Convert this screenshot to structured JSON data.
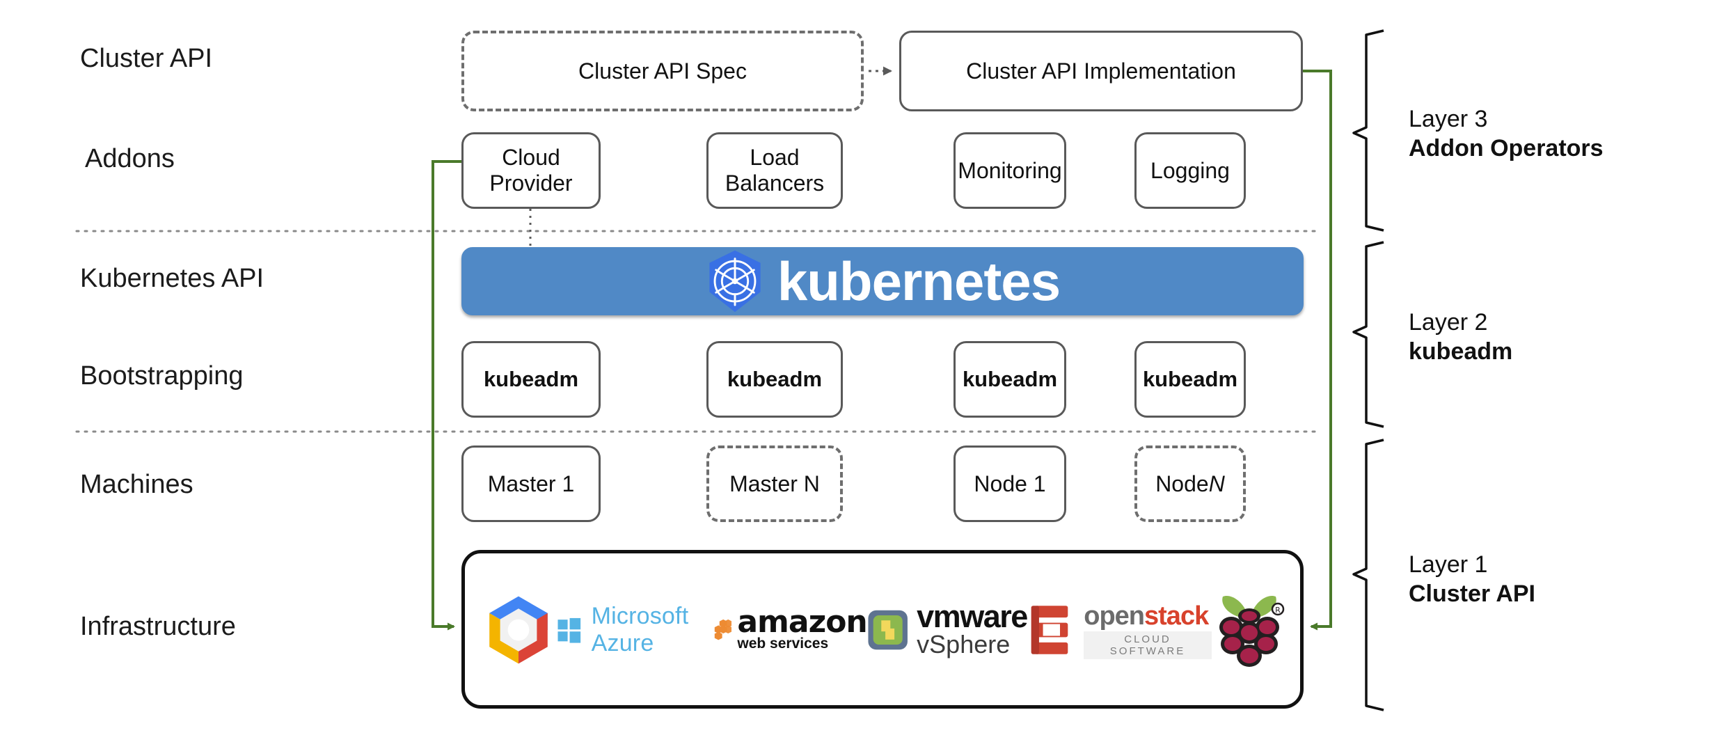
{
  "diagram": {
    "title": "Kubernetes Cluster API layered architecture",
    "row_labels": [
      {
        "id": "cluster-api",
        "text": "Cluster API"
      },
      {
        "id": "addons",
        "text": "Addons"
      },
      {
        "id": "kubernetes-api",
        "text": "Kubernetes API"
      },
      {
        "id": "bootstrapping",
        "text": "Bootstrapping"
      },
      {
        "id": "machines",
        "text": "Machines"
      },
      {
        "id": "infrastructure",
        "text": "Infrastructure"
      }
    ],
    "cluster_api_row": {
      "spec_box": "Cluster API Spec",
      "implementation_box": "Cluster API Implementation"
    },
    "addons_row": [
      "Cloud Provider",
      "Load Balancers",
      "Monitoring",
      "Logging"
    ],
    "kubernetes_banner": {
      "wordmark": "kubernetes",
      "logo_name": "kubernetes-helm-wheel-logo",
      "background_color": "#5089c6",
      "logo_color": "#3970e4"
    },
    "bootstrapping_row": [
      "kubeadm",
      "kubeadm",
      "kubeadm",
      "kubeadm"
    ],
    "machines_row": [
      {
        "label": "Master 1",
        "style": "solid"
      },
      {
        "label": "Master N",
        "style": "dashed"
      },
      {
        "label": "Node 1",
        "style": "solid"
      },
      {
        "label": "Node ",
        "italic_suffix": "N",
        "style": "dashed"
      }
    ],
    "infrastructure_logos": [
      {
        "name": "google-cloud-platform-logo",
        "label": ""
      },
      {
        "name": "microsoft-azure-logo",
        "label": "Microsoft Azure"
      },
      {
        "name": "amazon-web-services-logo",
        "label_top": "amazon",
        "label_bottom": "web services"
      },
      {
        "name": "vmware-vsphere-logo",
        "label_top": "vmware",
        "label_bottom": "vSphere"
      },
      {
        "name": "openstack-logo",
        "label_open": "open",
        "label_stack": "stack",
        "label_sub": "CLOUD SOFTWARE"
      },
      {
        "name": "raspberry-pi-logo",
        "label": ""
      }
    ],
    "layer_braces": [
      {
        "id": "layer-3",
        "layer": "Layer 3",
        "name": "Addon Operators"
      },
      {
        "id": "layer-2",
        "layer": "Layer 2",
        "name": "kubeadm"
      },
      {
        "id": "layer-1",
        "layer": "Layer 1",
        "name": "Cluster API"
      }
    ],
    "connector_color_green": "#4a7a2a",
    "connector_color_gray": "#6e6e6e"
  }
}
